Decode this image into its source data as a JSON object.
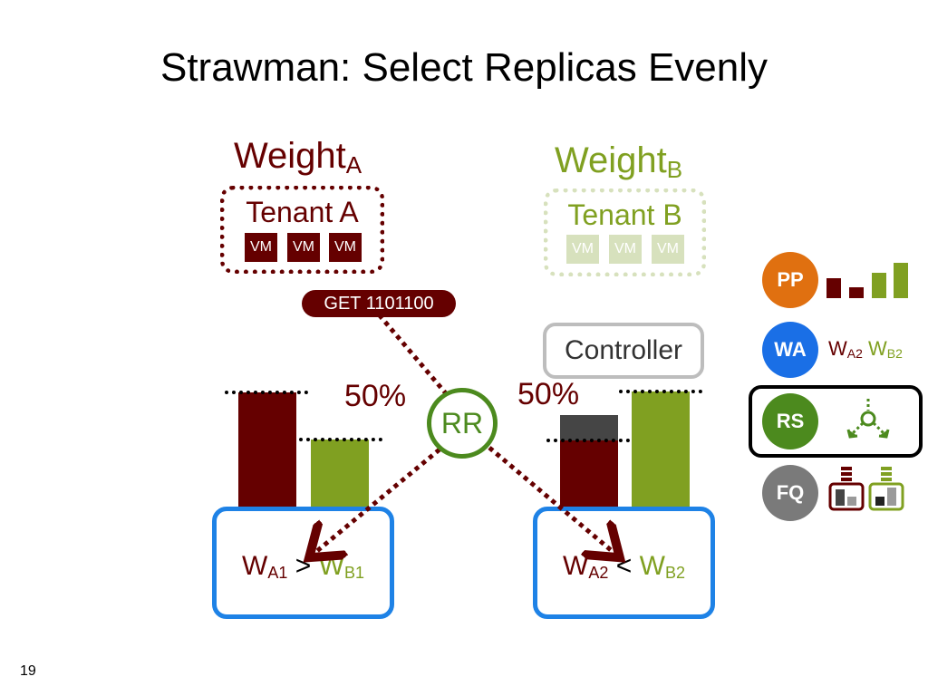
{
  "slide": {
    "title": "Strawman: Select Replicas Evenly",
    "page_number": "19"
  },
  "tenants": {
    "a": {
      "weight_label": "Weight",
      "weight_sub": "A",
      "name": "Tenant A",
      "vms": [
        "VM",
        "VM",
        "VM"
      ],
      "color": "#650000"
    },
    "b": {
      "weight_label": "Weight",
      "weight_sub": "B",
      "name": "Tenant B",
      "vms": [
        "VM",
        "VM",
        "VM"
      ],
      "color": "#80a021"
    }
  },
  "request": {
    "label": "GET 1101100"
  },
  "controller": {
    "label": "Controller"
  },
  "router": {
    "label": "RR",
    "left_pct": "50%",
    "right_pct": "50%"
  },
  "servers": [
    {
      "w_left": "W",
      "w_left_sub": "A1",
      "op": ">",
      "w_right": "W",
      "w_right_sub": "B1"
    },
    {
      "w_left": "W",
      "w_right": "W",
      "w_left_sub": "A2",
      "op": "<",
      "w_right_sub": "B2"
    }
  ],
  "legend": {
    "pp": "PP",
    "wa": "WA",
    "wa_text": {
      "w1": "W",
      "w1_sub": "A2",
      "w2": "W",
      "w2_sub": "B2"
    },
    "rs": "RS",
    "fq": "FQ",
    "colors": {
      "pp": "#e07010",
      "wa": "#1a6fe6",
      "rs": "#4c8a1e",
      "fq": "#7a7a7a"
    }
  }
}
